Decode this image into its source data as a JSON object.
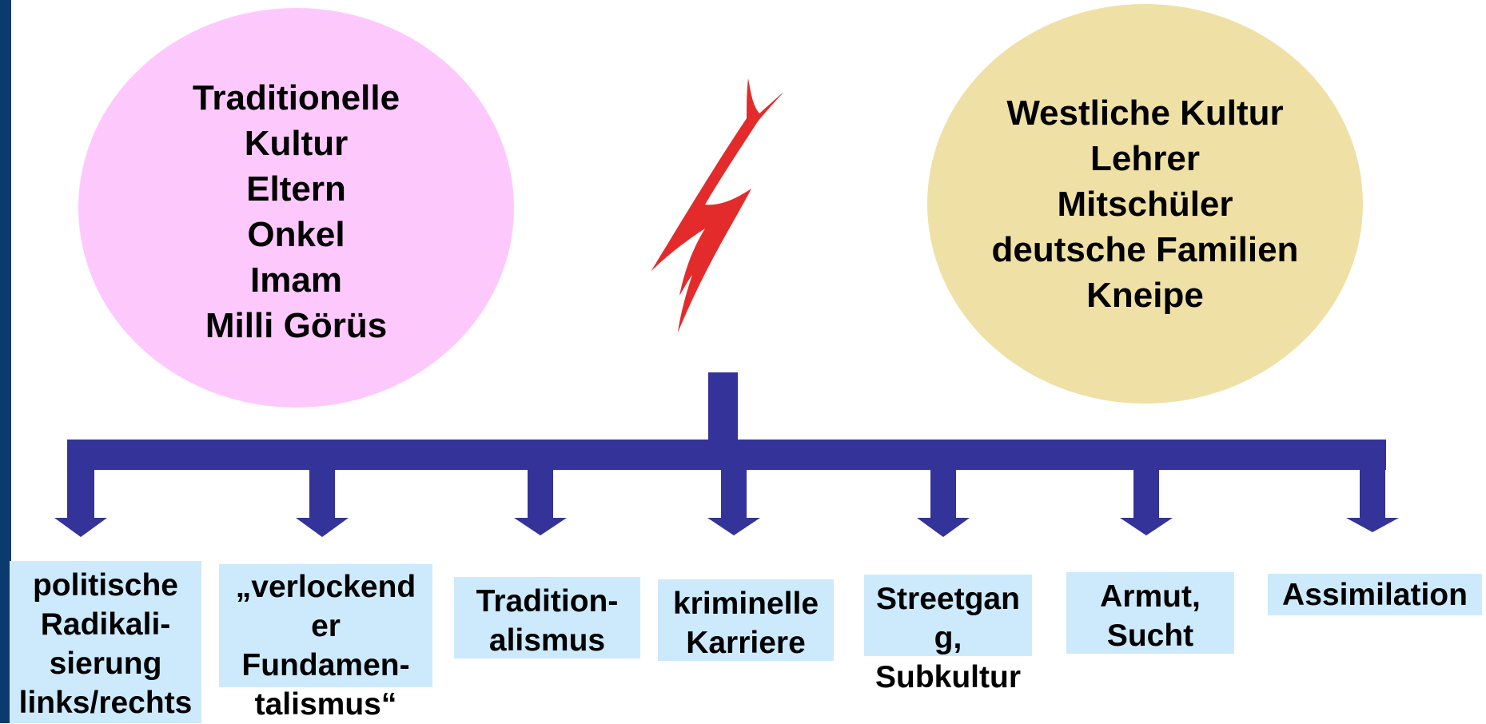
{
  "left_circle": {
    "lines": [
      "Traditionelle",
      "Kultur",
      "Eltern",
      "Onkel",
      "Imam",
      "Milli Görüs"
    ],
    "color": "#fdc9fd"
  },
  "right_circle": {
    "lines": [
      "Westliche Kultur",
      "Lehrer",
      "Mitschüler",
      "deutsche Familien",
      "Kneipe"
    ],
    "color": "#efe0a6"
  },
  "conflict_icon": "lightning-bolt-icon",
  "colors": {
    "connector": "#333399",
    "bolt": "#e32b2b",
    "box": "#cdeafd",
    "side_bar": "#0b3a6e"
  },
  "outcomes": [
    {
      "lines": [
        "politische",
        "Radikali-",
        "sierung",
        "links/rechts"
      ]
    },
    {
      "lines": [
        "„verlockend",
        "er",
        "Fundamen-",
        "talismus“"
      ]
    },
    {
      "lines": [
        "Tradition-",
        "alismus"
      ]
    },
    {
      "lines": [
        "kriminelle",
        "Karriere"
      ]
    },
    {
      "lines": [
        "Streetgan",
        "g,",
        "Subkultur"
      ]
    },
    {
      "lines": [
        "Armut,",
        "Sucht"
      ]
    },
    {
      "lines": [
        "Assimilation"
      ]
    }
  ]
}
